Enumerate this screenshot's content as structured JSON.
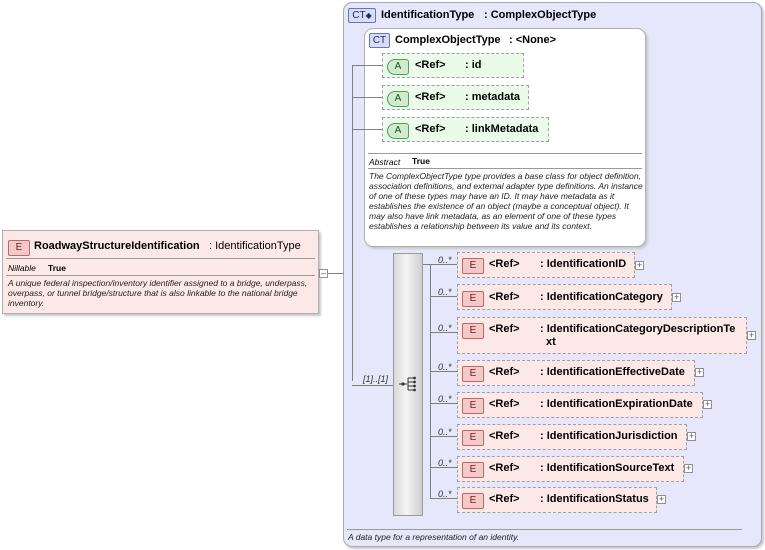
{
  "root": {
    "badge": "E",
    "name": "RoadwayStructureIdentification",
    "type": ": IdentificationType",
    "nillable_label": "Nillable",
    "nillable_value": "True",
    "description": "A unique federal inspection/inventory identifier assigned to a bridge, underpass, overpass, or tunnel bridge/structure that is also linkable to the national bridge inventory."
  },
  "outer_type": {
    "badge": "CT",
    "name": "IdentificationType",
    "base": ": ComplexObjectType",
    "description": "A data type for a representation of an identity."
  },
  "inner_type": {
    "badge": "CT",
    "name": "ComplexObjectType",
    "base": ": <None>",
    "abstract_label": "Abstract",
    "abstract_value": "True",
    "description": "The ComplexObjectType type provides a base class for object definition, association definitions, and external adapter type definitions. An instance of one of these types may have an ID. It may have metadata as it establishes the existence of an object (maybe a conceptual object). It may also have link metadata, as an element of one of these types establishes a relationship between its value and its context."
  },
  "attributes": [
    {
      "badge": "A",
      "ref": "<Ref>",
      "name": ": id"
    },
    {
      "badge": "A",
      "ref": "<Ref>",
      "name": ": metadata"
    },
    {
      "badge": "A",
      "ref": "<Ref>",
      "name": ": linkMetadata"
    }
  ],
  "sequence": {
    "multiplicity": "[1]..[1]"
  },
  "elements": [
    {
      "badge": "E",
      "mult": "0..*",
      "ref": "<Ref>",
      "name": ": IdentificationID"
    },
    {
      "badge": "E",
      "mult": "0..*",
      "ref": "<Ref>",
      "name": ": IdentificationCategory"
    },
    {
      "badge": "E",
      "mult": "0..*",
      "ref": "<Ref>",
      "name": ": IdentificationCategoryDescriptionTe",
      "name2": "xt"
    },
    {
      "badge": "E",
      "mult": "0..*",
      "ref": "<Ref>",
      "name": ": IdentificationEffectiveDate"
    },
    {
      "badge": "E",
      "mult": "0..*",
      "ref": "<Ref>",
      "name": ": IdentificationExpirationDate"
    },
    {
      "badge": "E",
      "mult": "0..*",
      "ref": "<Ref>",
      "name": ": IdentificationJurisdiction"
    },
    {
      "badge": "E",
      "mult": "0..*",
      "ref": "<Ref>",
      "name": ": IdentificationSourceText"
    },
    {
      "badge": "E",
      "mult": "0..*",
      "ref": "<Ref>",
      "name": ": IdentificationStatus"
    }
  ],
  "icons": {
    "collapse": "minus-icon",
    "expand": "plus-icon",
    "sequence": "sequence-icon",
    "ct_extends": "diamond-icon"
  },
  "colors": {
    "element_fill": "#fde8e8",
    "attribute_fill": "#eafbea",
    "type_fill": "#e6e7fa",
    "badge_e": "#f6c9c9",
    "badge_a": "#cfeccf",
    "badge_ct": "#d9dcf5"
  }
}
